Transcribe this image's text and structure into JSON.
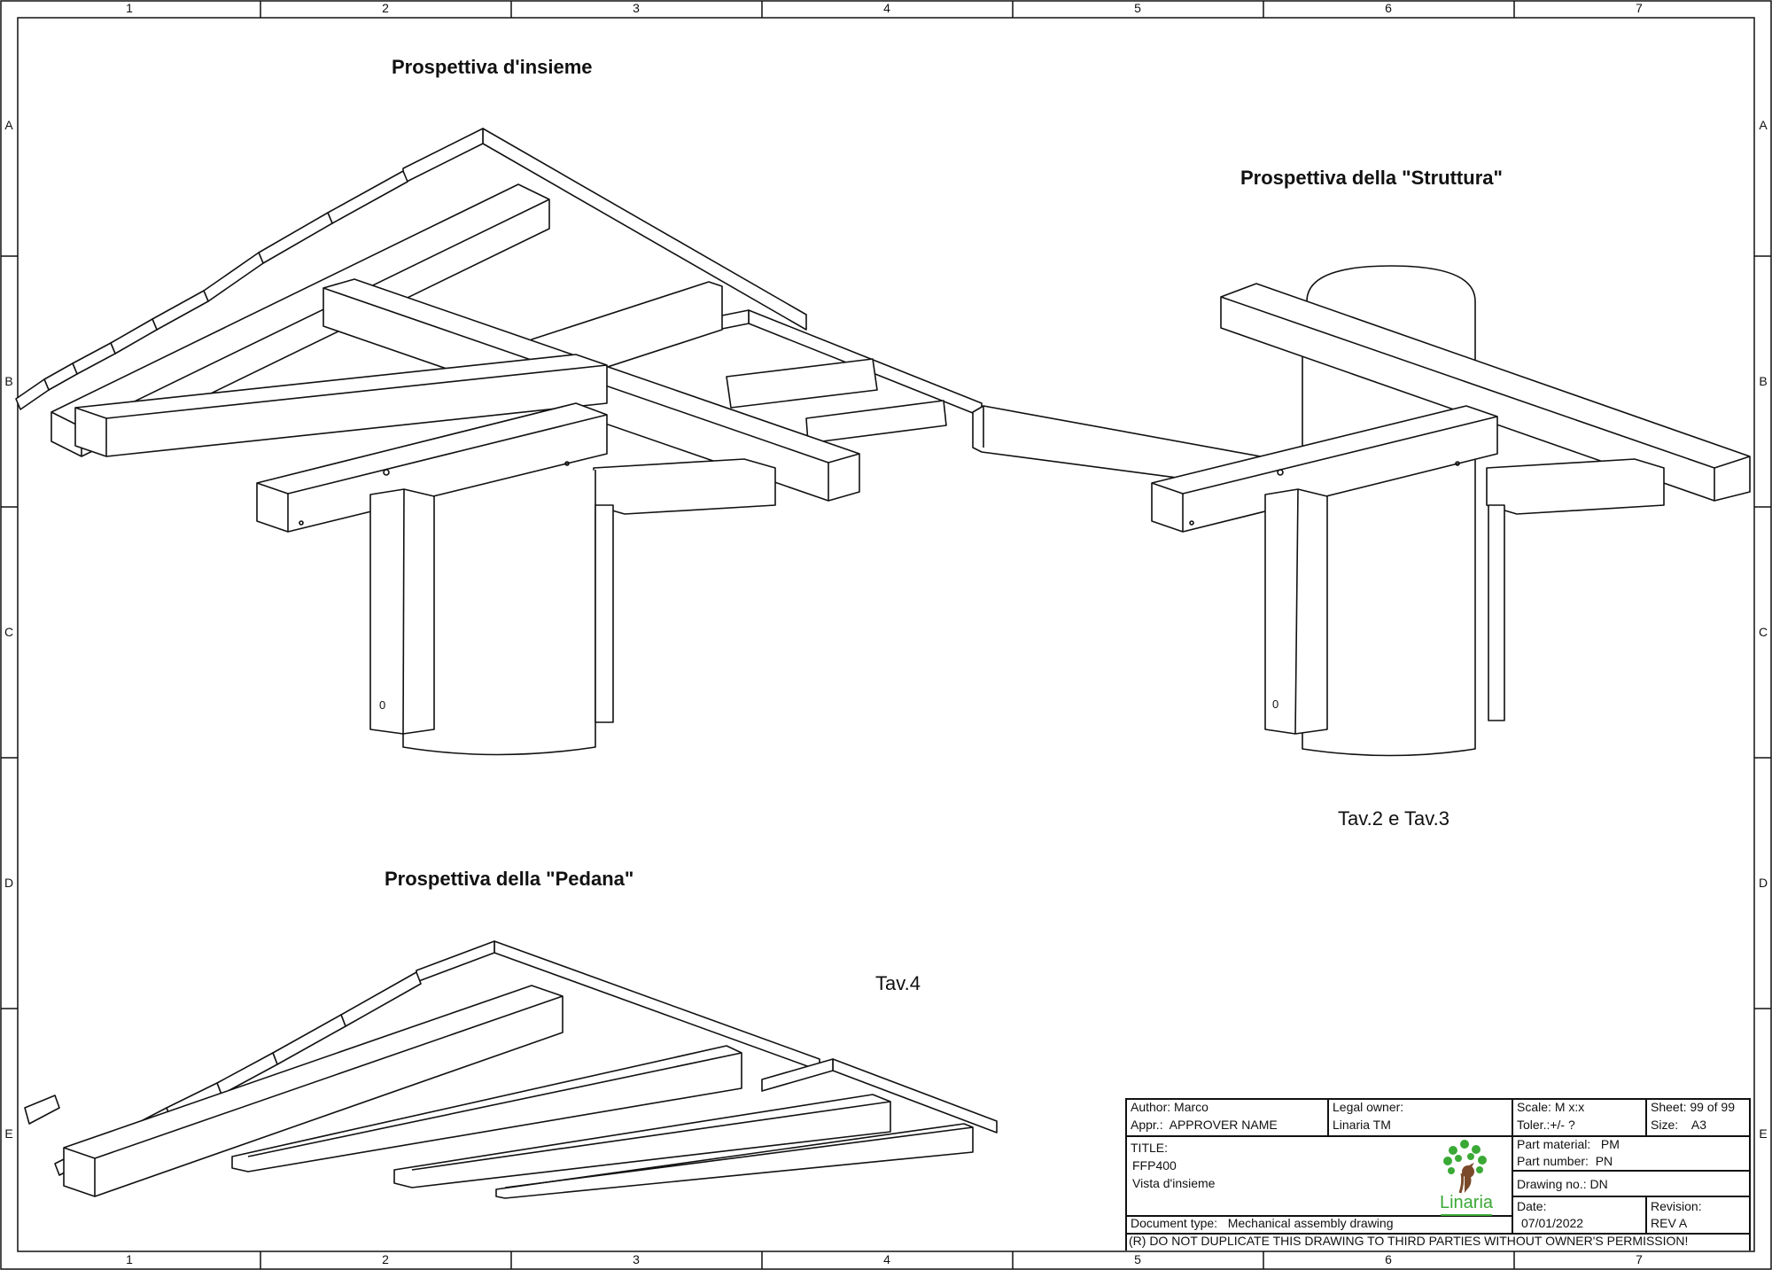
{
  "sheet": {
    "column_labels": [
      "1",
      "2",
      "3",
      "4",
      "5",
      "6",
      "7"
    ],
    "row_labels": [
      "A",
      "B",
      "C",
      "D",
      "E"
    ]
  },
  "views": {
    "assembly_title": "Prospettiva d'insieme",
    "structure_title": "Prospettiva della \"Struttura\"",
    "platform_title": "Prospettiva della \"Pedana\"",
    "structure_note": "Tav.2 e Tav.3",
    "platform_note": "Tav.4",
    "hole_mark": "0"
  },
  "title_block": {
    "author_label": "Author:",
    "author": "Marco",
    "approver_label": "Appr.:",
    "approver": "APPROVER NAME",
    "legal_owner_label": "Legal owner:",
    "legal_owner": "Linaria TM",
    "scale_label": "Scale:",
    "scale": "M x:x",
    "tolerance_label": "Toler.:",
    "tolerance": "+/- ?",
    "sheet_label": "Sheet:",
    "sheet": "99 of 99",
    "size_label": "Size:",
    "size": "A3",
    "title_label": "TITLE:",
    "title_line1": "FFP400",
    "title_line2": "Vista d'insieme",
    "logo_text": "Linaria",
    "part_material_label": "Part material:",
    "part_material": "PM",
    "part_number_label": "Part number:",
    "part_number": "PN",
    "drawing_no_label": "Drawing no.:",
    "drawing_no": "DN",
    "date_label": "Date:",
    "date": "07/01/2022",
    "revision_label": "Revision:",
    "revision": "REV A",
    "doc_type_label": "Document type:",
    "doc_type": "Mechanical assembly drawing",
    "notice": "(R) DO NOT DUPLICATE THIS DRAWING TO THIRD PARTIES WITHOUT OWNER'S PERMISSION!"
  },
  "colors": {
    "line": "#111111",
    "paper": "#ffffff",
    "logo_green": "#3aa935",
    "logo_brown": "#7a4a2a"
  }
}
